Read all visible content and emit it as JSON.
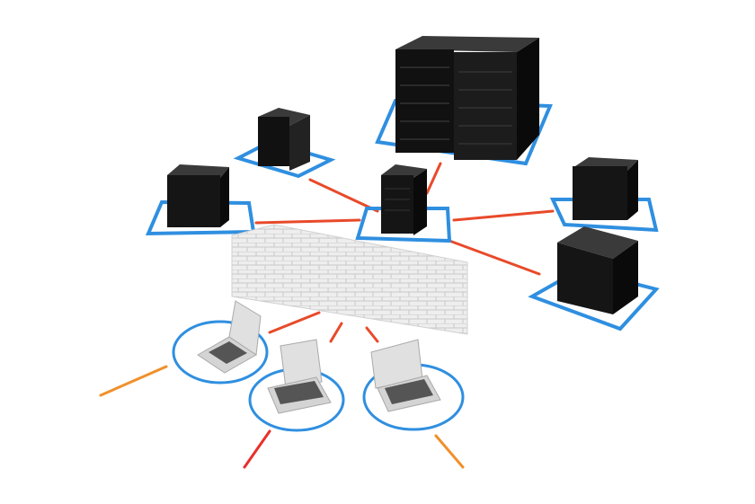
{
  "colors": {
    "server": "#1a1a1a",
    "server_face": "#2b2b2b",
    "platform": "#2f8fe0",
    "link": "#e8452a",
    "link_tip": "#f2a52c",
    "firewall": "#e6e6e6",
    "laptop": "#d9d9d9"
  },
  "nodes": {
    "servers": [
      "large-server-cluster",
      "server-top-left",
      "server-left",
      "server-center",
      "server-right-top",
      "server-right-bottom"
    ],
    "laptops": [
      "laptop-left",
      "laptop-middle",
      "laptop-right"
    ],
    "firewall": "firewall-wall"
  }
}
